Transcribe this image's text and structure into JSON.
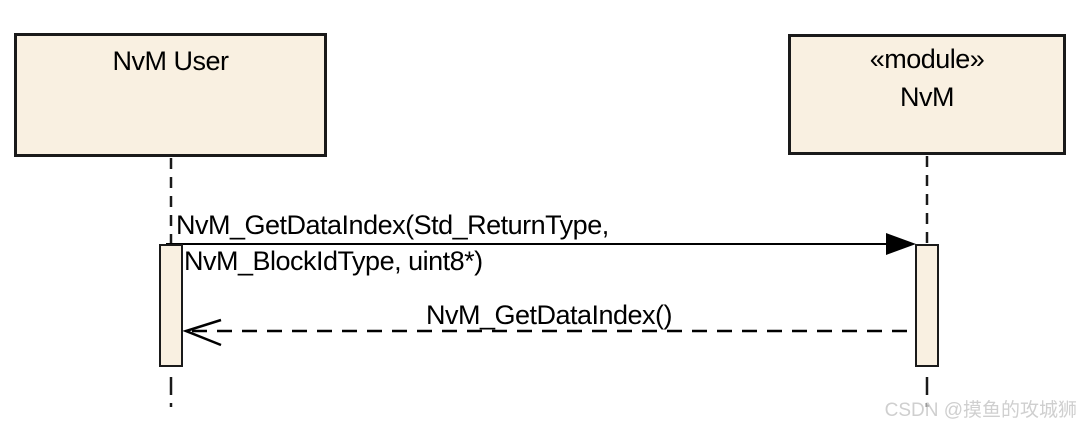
{
  "diagram": {
    "type": "uml-sequence-diagram",
    "colors": {
      "background": "#ffffff",
      "box_fill": "#f9f0e1",
      "line_color": "#1a1a1a",
      "text_color": "#000000",
      "watermark_color": "#cfcfcf"
    },
    "actors": {
      "left": {
        "title": "NvM User"
      },
      "right": {
        "stereotype": "«module»",
        "name": "NvM",
        "icon": "module-connector-icon"
      }
    },
    "messages": {
      "call": {
        "line1": "NvM_GetDataIndex(Std_ReturnType,",
        "line2": "NvM_BlockIdType, uint8*)",
        "style": "solid-line-filled-arrowhead",
        "from": "NvM User",
        "to": "NvM"
      },
      "return": {
        "label": "NvM_GetDataIndex()",
        "style": "dashed-line-open-arrowhead",
        "from": "NvM",
        "to": "NvM User"
      }
    },
    "watermark": {
      "text": "CSDN @摸鱼的攻城狮"
    }
  }
}
